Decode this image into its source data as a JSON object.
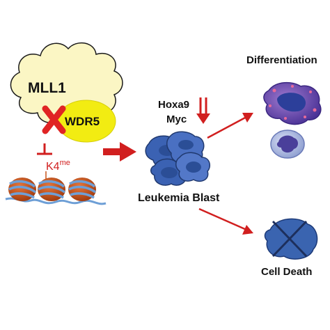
{
  "labels": {
    "mll1": "MLL1",
    "wdr5": "WDR5",
    "k4": "K4",
    "k4_superscript": "me",
    "hoxa9": "Hoxa9",
    "myc": "Myc",
    "leukemia_blast": "Leukemia Blast",
    "differentiation": "Differentiation",
    "cell_death": "Cell Death"
  },
  "colors": {
    "arrow": "#d11f1f",
    "cloud": "#fbf6c4",
    "wdr5": "#f2ec12",
    "blast_cell": "#3b62b3",
    "nucleosome": "#c5541c",
    "dna": "#6e9fd6",
    "dead_cell": "#3a64b0"
  },
  "icons": [
    "cloud-shape",
    "x-mark-icon",
    "inhibition-bar-icon",
    "nucleosome-icon",
    "cell-cluster-icon",
    "differentiated-cell-icon",
    "crossed-cell-icon",
    "arrow-icon"
  ]
}
